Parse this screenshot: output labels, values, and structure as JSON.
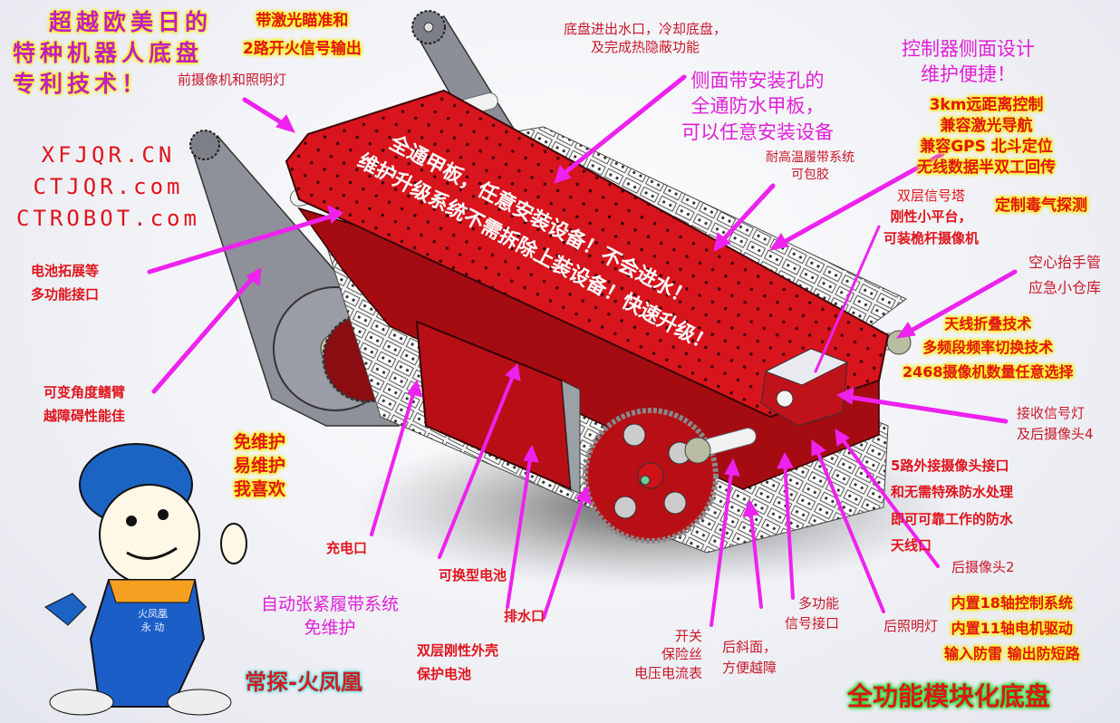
{
  "title_block": {
    "lines": [
      "超越欧美日的",
      "特种机器人底盘",
      "专利技术！"
    ]
  },
  "websites": [
    "XFJQR.CN",
    "CTJQR.com",
    "CTROBOT.com"
  ],
  "deck_slogan": {
    "line1": "全通甲板，任意安装设备！不会进水！",
    "line2": "维护升级系统不需拆除上装设备！快速升级！"
  },
  "callouts": {
    "laser": [
      "带激光瞄准和",
      "2路开火信号输出"
    ],
    "front_camera": "前摄像机和照明灯",
    "water_inlet": [
      "底盘进出水口，冷却底盘，",
      "及完成热隐蔽功能"
    ],
    "side_deck": [
      "侧面带安装孔的",
      "全通防水甲板，",
      "可以任意安装设备"
    ],
    "controller_side": [
      "控制器侧面设计",
      "维护便捷！"
    ],
    "control_features": [
      "3km远距离控制",
      "兼容激光导航",
      "兼容GPS 北斗定位",
      "无线数据半双工回传"
    ],
    "track_system": [
      "耐高温履带系统",
      "可包胶"
    ],
    "gas_detection": "定制毒气探测",
    "signal_tower": [
      "双层信号塔",
      "刚性小平台，",
      "可装桅杆摄像机"
    ],
    "handle": [
      "空心抬手管",
      "应急小仓库"
    ],
    "antenna": [
      "天线折叠技术",
      "多频段频率切换技术",
      "2468摄像机数量任意选择"
    ],
    "signal_light": [
      "接收信号灯",
      "及后摄像头4"
    ],
    "camera_ports": [
      "5路外接摄像头接口",
      "和无需特殊防水处理",
      "即可可靠工作的防水",
      "天线口"
    ],
    "rear_camera2": "后摄像头2",
    "battery_interface": [
      "电池拓展等",
      "多功能接口"
    ],
    "flipper": [
      "可变角度鳍臂",
      "越障碍性能佳"
    ],
    "maintenance": [
      "免维护",
      "易维护",
      "我喜欢"
    ],
    "charge_port": "充电口",
    "battery": "可换型电池",
    "auto_tension": [
      "自动张紧履带系统",
      "免维护"
    ],
    "drain": "排水口",
    "shell": [
      "双层刚性外壳",
      "保护电池"
    ],
    "switch": [
      "开关",
      "保险丝",
      "电压电流表"
    ],
    "rear_slope": [
      "后斜面，",
      "方便越障"
    ],
    "multi_signal": [
      "多功能",
      "信号接口"
    ],
    "rear_light": "后照明灯",
    "control_system": [
      "内置18轴控制系统",
      "内置11轴电机驱动",
      "输入防雷  输出防短路"
    ]
  },
  "brand": "常探-火凤凰",
  "product_title": "全功能模块化底盘",
  "mascot": {
    "overall_text": [
      "火凤凰",
      "永 动"
    ]
  },
  "colors": {
    "chassis_red": "#d8141c",
    "arrow_magenta": "#ee22ee",
    "label_red": "#e0141c",
    "track_white": "#f4f4f4",
    "flipper_gray": "#8c8e98"
  }
}
